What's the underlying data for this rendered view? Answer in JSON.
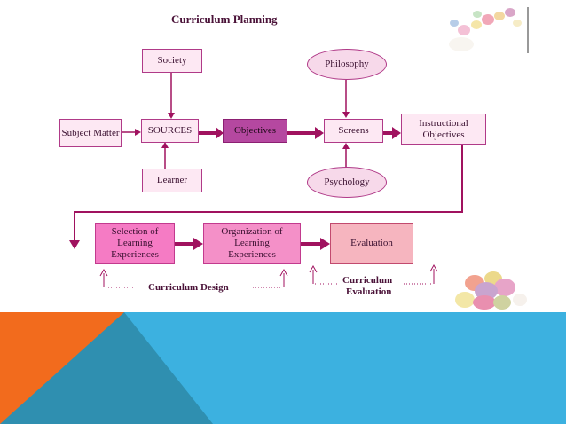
{
  "title": "Curriculum Planning",
  "nodes": {
    "society": "Society",
    "philosophy": "Philosophy",
    "subject_matter": "Subject Matter",
    "sources": "SOURCES",
    "objectives": "Objectives",
    "screens": "Screens",
    "instructional_objectives": "Instructional Objectives",
    "learner": "Learner",
    "psychology": "Psychology",
    "selection": "Selection of Learning Experiences",
    "organization": "Organization of Learning Experiences",
    "evaluation": "Evaluation"
  },
  "labels": {
    "curriculum_design": "Curriculum Design",
    "curriculum_evaluation_line1": "Curriculum",
    "curriculum_evaluation_line2": "Evaluation"
  },
  "colors": {
    "arrow": "#a0125f",
    "orange": "#f26b1d",
    "teal": "#2f93b5",
    "blue": "#3cb1e0"
  }
}
